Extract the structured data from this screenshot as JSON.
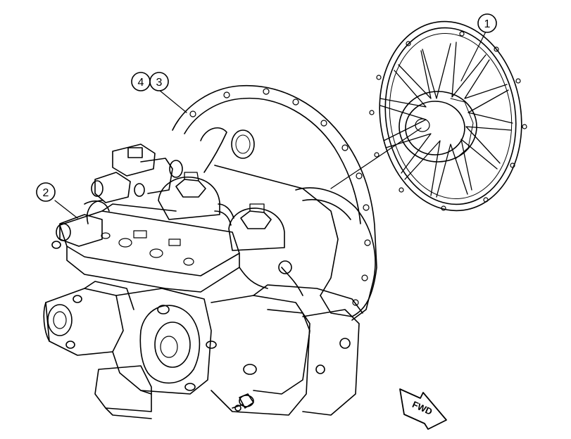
{
  "callouts": [
    {
      "id": "c1",
      "label": "1"
    },
    {
      "id": "c2",
      "label": "2"
    },
    {
      "id": "c3",
      "label": "3"
    },
    {
      "id": "c4",
      "label": "4"
    }
  ],
  "direction_marker": {
    "label": "FWD"
  },
  "colors": {
    "line": "#000000",
    "background": "#ffffff"
  }
}
